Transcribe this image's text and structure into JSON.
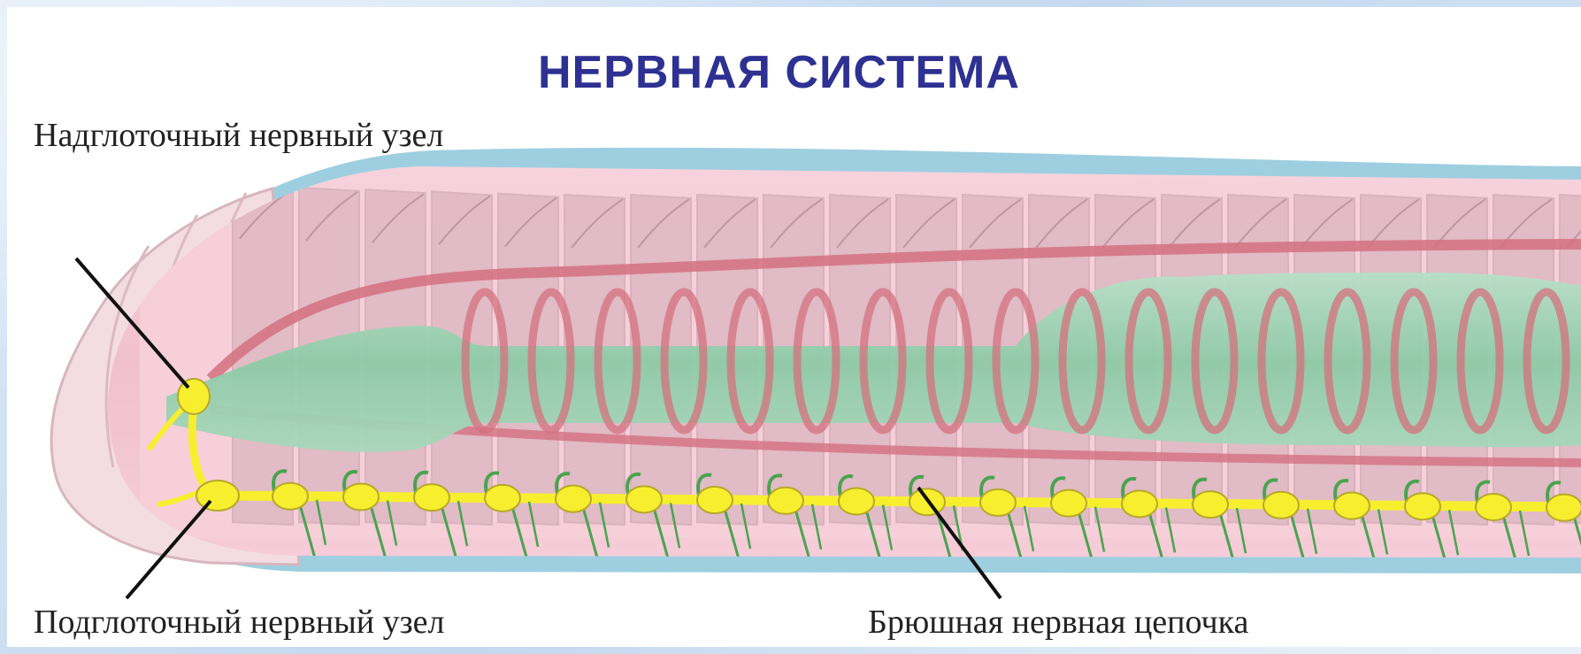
{
  "title": "НЕРВНАЯ СИСТЕМА",
  "labels": {
    "supraesophageal": "Надглоточный нервный узел",
    "subesophageal": "Подглоточный нервный узел",
    "ventral_chain": "Брюшная нервная цепочка"
  },
  "colors": {
    "title": "#2e3192",
    "body_pink": "#f4c4d2",
    "muscle_segments": "#c9a3ad",
    "blood_vessel": "#d4707f",
    "gut": "#9ed1b3",
    "nerve": "#f7ef2e",
    "cuticle": "#9ecfe0"
  }
}
